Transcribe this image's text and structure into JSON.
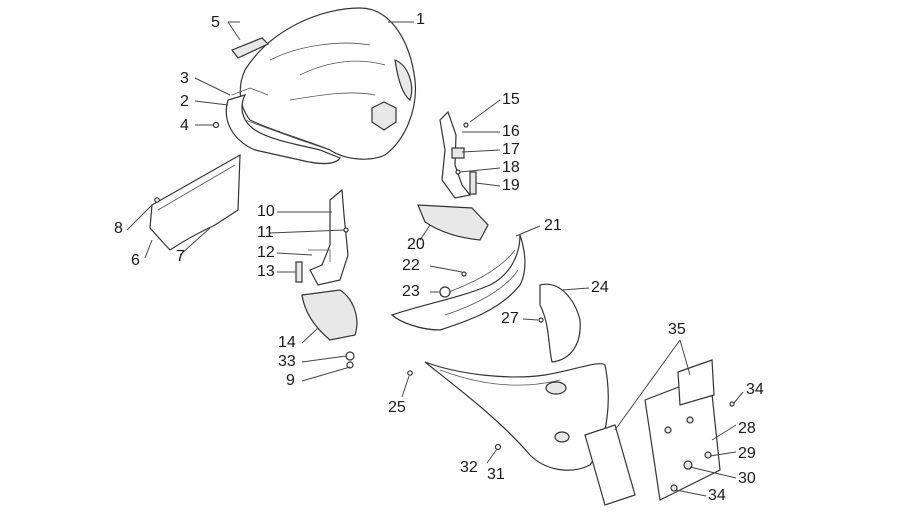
{
  "diagram": {
    "callouts": [
      {
        "id": "c1",
        "text": "1"
      },
      {
        "id": "c2",
        "text": "2"
      },
      {
        "id": "c3",
        "text": "3"
      },
      {
        "id": "c4",
        "text": "4"
      },
      {
        "id": "c5",
        "text": "5"
      },
      {
        "id": "c6",
        "text": "6"
      },
      {
        "id": "c7",
        "text": "7"
      },
      {
        "id": "c8",
        "text": "8"
      },
      {
        "id": "c9",
        "text": "9"
      },
      {
        "id": "c10",
        "text": "10"
      },
      {
        "id": "c11",
        "text": "11"
      },
      {
        "id": "c12",
        "text": "12"
      },
      {
        "id": "c13",
        "text": "13"
      },
      {
        "id": "c14",
        "text": "14"
      },
      {
        "id": "c15",
        "text": "15"
      },
      {
        "id": "c16",
        "text": "16"
      },
      {
        "id": "c17",
        "text": "17"
      },
      {
        "id": "c18",
        "text": "18"
      },
      {
        "id": "c19",
        "text": "19"
      },
      {
        "id": "c20",
        "text": "20"
      },
      {
        "id": "c21",
        "text": "21"
      },
      {
        "id": "c22",
        "text": "22"
      },
      {
        "id": "c23",
        "text": "23"
      },
      {
        "id": "c24",
        "text": "24"
      },
      {
        "id": "c25",
        "text": "25"
      },
      {
        "id": "c27",
        "text": "27"
      },
      {
        "id": "c28",
        "text": "28"
      },
      {
        "id": "c29",
        "text": "29"
      },
      {
        "id": "c30",
        "text": "30"
      },
      {
        "id": "c31",
        "text": "31"
      },
      {
        "id": "c32",
        "text": "32"
      },
      {
        "id": "c33",
        "text": "33"
      },
      {
        "id": "c34a",
        "text": "34"
      },
      {
        "id": "c34b",
        "text": "34"
      },
      {
        "id": "c35",
        "text": "35"
      }
    ]
  }
}
